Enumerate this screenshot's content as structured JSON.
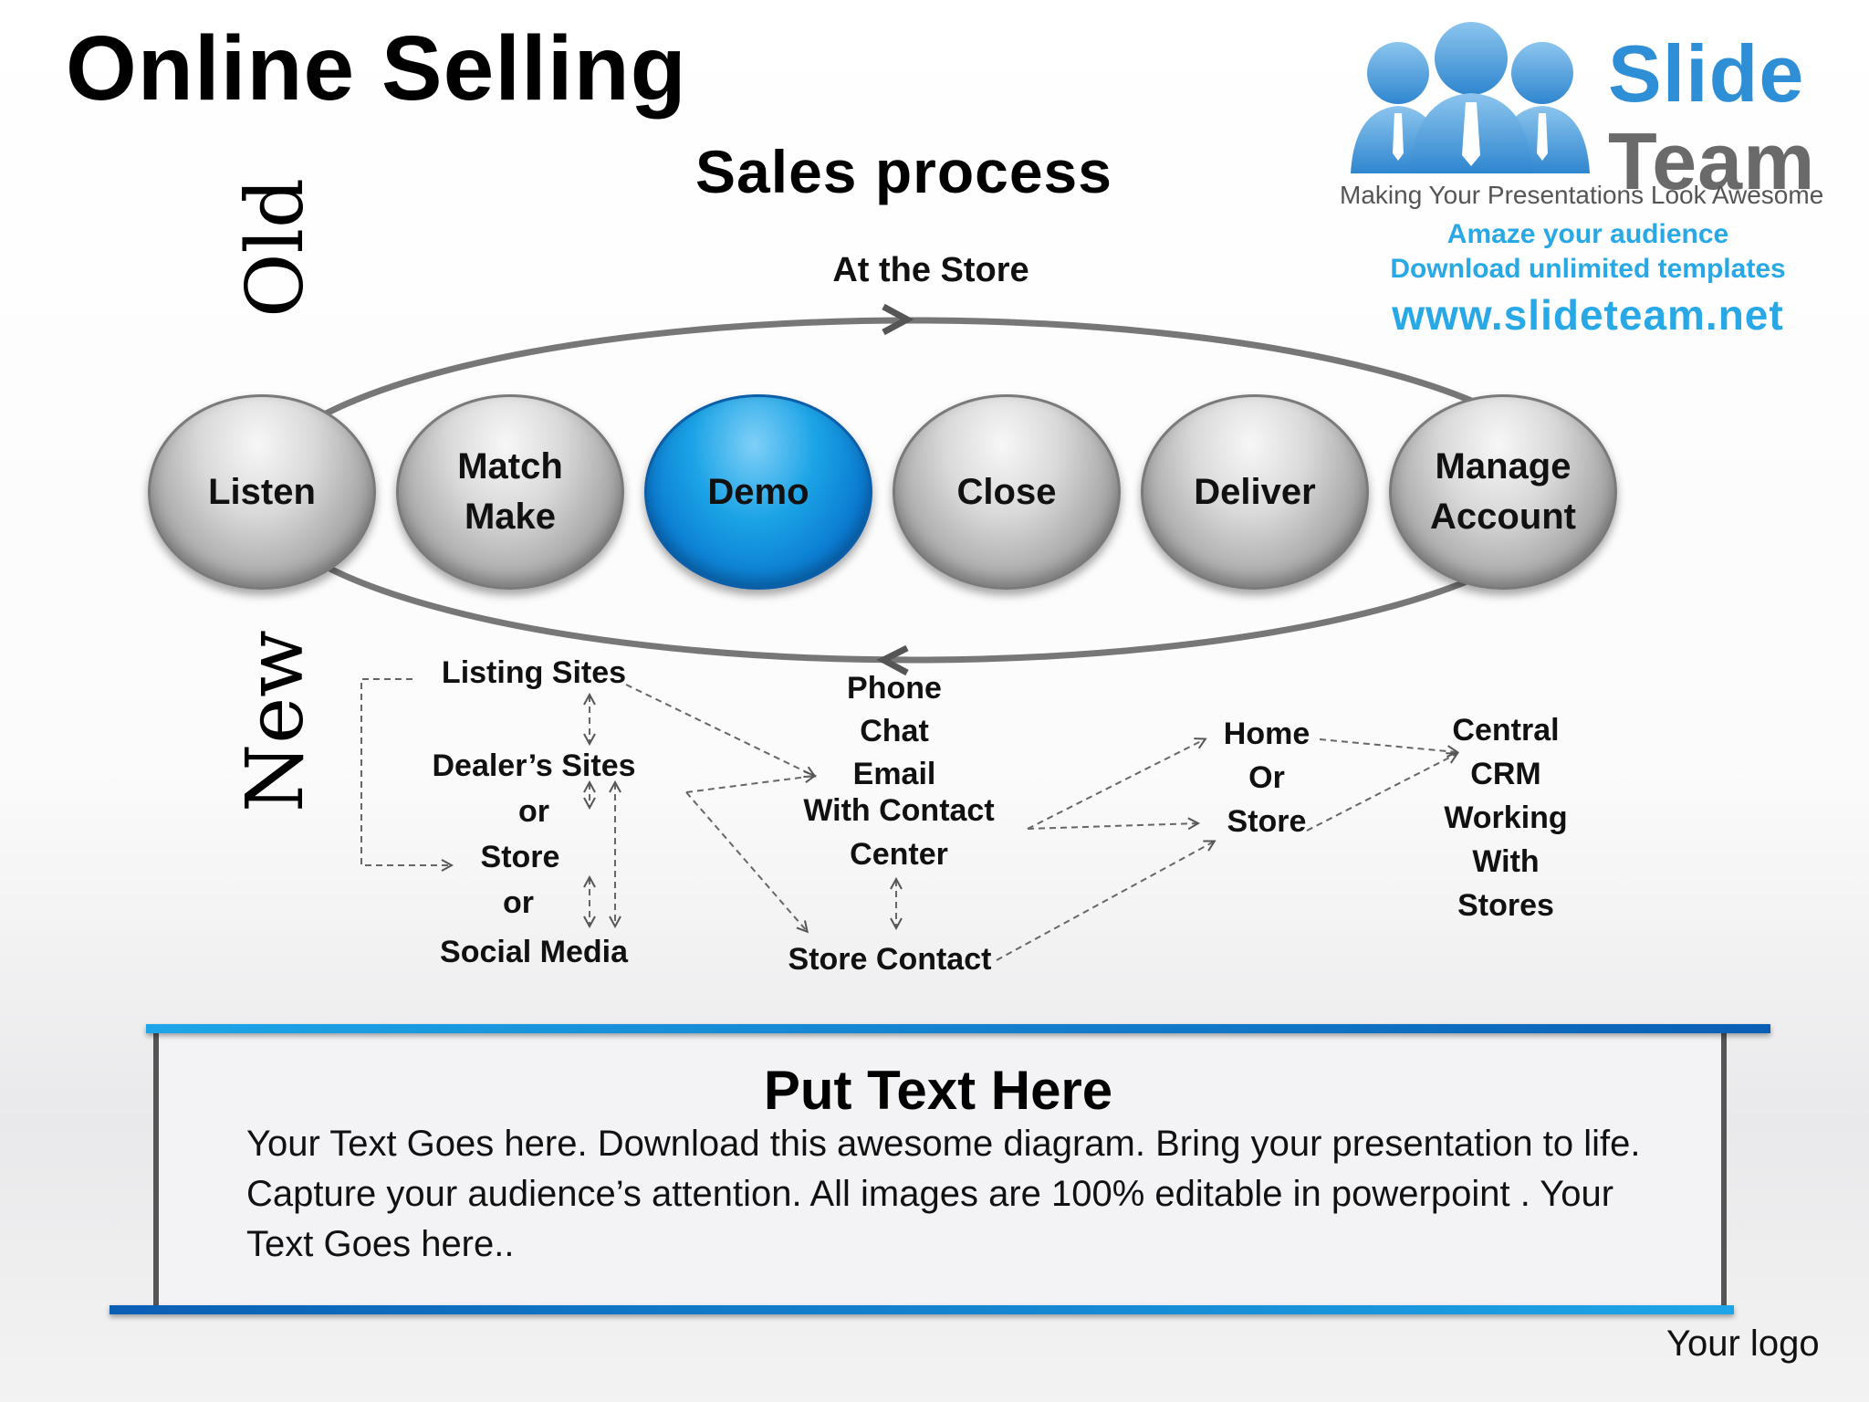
{
  "slide": {
    "title": "Online Selling",
    "subtitle": "Sales process",
    "old_label": "Old",
    "new_label": "New",
    "your_logo": "Your logo"
  },
  "brand": {
    "name_line1": "Slide",
    "name_line2": "Team",
    "tagline": "Making Your Presentations Look Awesome",
    "promo_line1": "Amaze your audience",
    "promo_line2": "Download unlimited templates",
    "url": "www.slideteam.net",
    "accent_color": "#29a8e6"
  },
  "old_process": {
    "cycle_label": "At the Store",
    "nodes": [
      {
        "label": "Listen",
        "active": false
      },
      {
        "label": "Match\nMake",
        "active": false
      },
      {
        "label": "Demo",
        "active": true
      },
      {
        "label": "Close",
        "active": false
      },
      {
        "label": "Deliver",
        "active": false
      },
      {
        "label": "Manage\nAccount",
        "active": false
      }
    ]
  },
  "new_process": {
    "sources": [
      "Listing Sites",
      "Dealer’s Sites",
      "or",
      "Store",
      "or",
      "Social Media"
    ],
    "contact_channels": [
      "Phone",
      "Chat",
      "Email",
      "With Contact",
      "Center"
    ],
    "store_contact": "Store Contact",
    "destination": [
      "Home",
      "Or",
      "Store"
    ],
    "crm": [
      "Central",
      "CRM",
      "Working",
      "With",
      "Stores"
    ]
  },
  "text_box": {
    "heading": "Put Text Here",
    "body": "Your Text Goes here. Download this awesome diagram. Bring your presentation to life. Capture your audience’s attention. All images are 100% editable in powerpoint . Your Text Goes here.."
  }
}
